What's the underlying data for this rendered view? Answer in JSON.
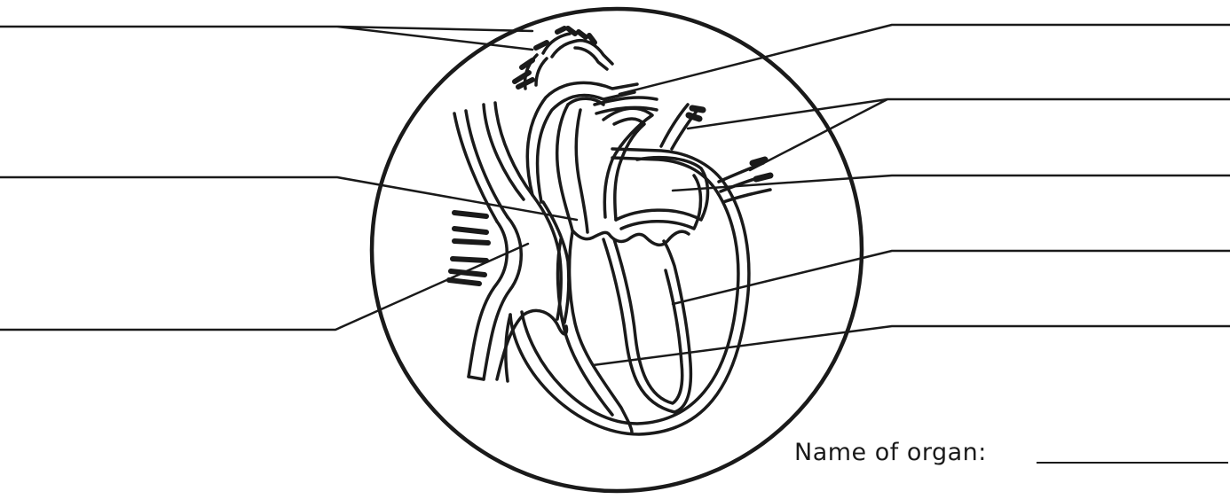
{
  "worksheet": {
    "name_prompt": "Name of organ:"
  },
  "colors": {
    "ink": "#1a1a1a",
    "paper": "#ffffff"
  },
  "label_lines": [
    {
      "name": "label-line-top-left",
      "side": "left"
    },
    {
      "name": "label-line-mid-left",
      "side": "left"
    },
    {
      "name": "label-line-lower-left",
      "side": "left"
    },
    {
      "name": "label-line-right-1",
      "side": "right"
    },
    {
      "name": "label-line-right-2",
      "side": "right"
    },
    {
      "name": "label-line-right-3",
      "side": "right"
    },
    {
      "name": "label-line-right-4",
      "side": "right"
    },
    {
      "name": "label-line-right-5",
      "side": "right"
    }
  ]
}
